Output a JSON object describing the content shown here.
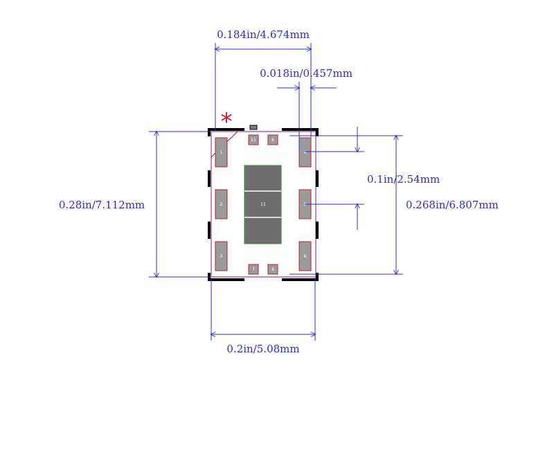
{
  "colors": {
    "dimension": "#2b2bd9",
    "body_outline": "#000000",
    "pad_fill": "#9a9a9a",
    "pad_outline": "#c0203a",
    "thermal_fill": "#6e6e6e",
    "thermal_outline": "#2f8a2f",
    "courtyard": "#8a1a6a",
    "pin1_marker": "#d4143c",
    "background": "#ffffff",
    "pad_label": "#ffffff"
  },
  "dimensions": {
    "overall_width_top": "0.184in/4.674mm",
    "pad_width": "0.018in/0.457mm",
    "pitch": "0.1in/2.54mm",
    "overall_height_left": "0.28in/7.112mm",
    "overall_height_right": "0.268in/6.807mm",
    "body_width_bottom": "0.2in/5.08mm"
  },
  "markers": {
    "pin1": "*"
  },
  "pads": {
    "left_top": "1",
    "left_middle": "2",
    "left_bottom": "3",
    "right_top": "4",
    "right_middle": "5",
    "right_bottom": "6",
    "top_small_left": "11",
    "top_small_right": "6",
    "bottom_small_left": "7",
    "bottom_small_right": "8",
    "thermal": "11"
  }
}
